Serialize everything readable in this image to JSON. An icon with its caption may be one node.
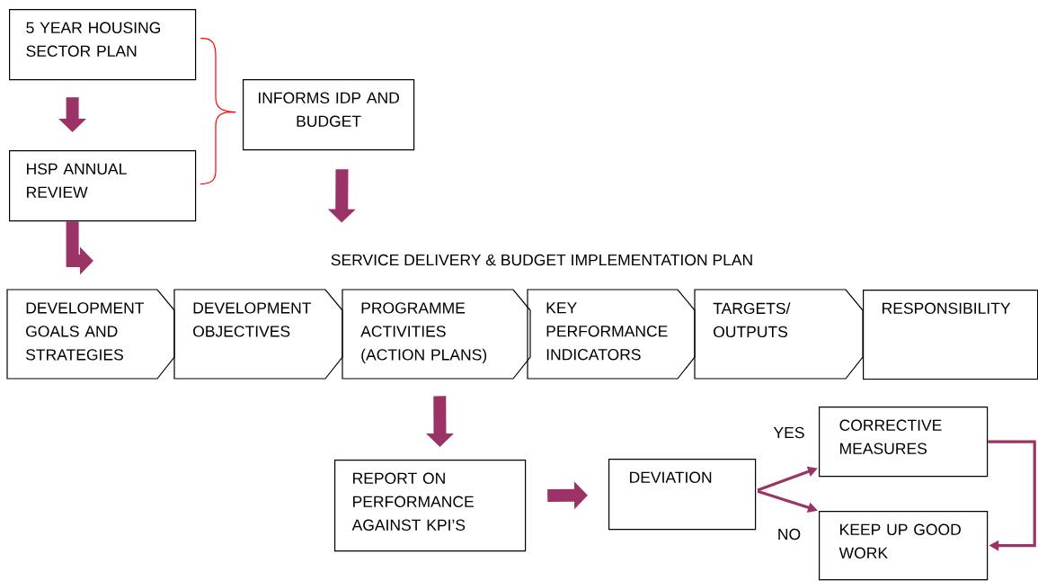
{
  "diagram": {
    "nodes": [
      {
        "text": [
          "5 YEAR HOUSING SECTOR PLAN"
        ]
      },
      {
        "text": [
          "HSP ANNUAL REVIEW"
        ]
      },
      {
        "text": [
          "INFORMS IDP AND BUDGET"
        ]
      },
      {
        "text": [
          "SERVICE DELIVERY & BUDGET IMPLEMENTATION PLAN"
        ]
      },
      {
        "text": [
          "DEVELOPMENT GOALS AND STRATEGIES"
        ]
      },
      {
        "text": [
          "DEVELOPMENT OBJECTIVES"
        ]
      },
      {
        "text": [
          "PROGRAMME ACTIVITIES (ACTION PLANS)"
        ]
      },
      {
        "text": [
          "KEY PERFORMANCE INDICATORS"
        ]
      },
      {
        "text": [
          "TARGETS/ OUTPUTS"
        ]
      },
      {
        "text": [
          "RESPONSIBILITY"
        ]
      },
      {
        "text": [
          "REPORT ON PERFORMANCE AGAINST KPI’S"
        ]
      },
      {
        "text": [
          "DEVIATION"
        ]
      },
      {
        "text": [
          "CORRECTIVE MEASURES"
        ]
      },
      {
        "text": [
          "KEEP UP GOOD WORK"
        ]
      }
    ],
    "edges": [
      {
        "from": 0,
        "to": 1,
        "arrow": "to",
        "style": "thick"
      },
      {
        "from": 2,
        "to": 3,
        "arrow": "to",
        "style": "thick"
      },
      {
        "from": 1,
        "to": null,
        "arrow": "to",
        "style": "thick"
      },
      {
        "from": 6,
        "to": 10,
        "arrow": "to",
        "style": "thick"
      },
      {
        "from": 10,
        "to": 11,
        "arrow": "to",
        "style": "thick"
      },
      {
        "from": 11,
        "to": 12,
        "arrow": "to",
        "label": "YES"
      },
      {
        "from": 11,
        "to": 13,
        "arrow": "to",
        "label": "NO"
      },
      {
        "from": 12,
        "to": 13,
        "arrow": "to"
      },
      {
        "from": 0,
        "to": 2,
        "arrow": "none",
        "color": "#ff0000"
      },
      {
        "from": 1,
        "to": 2,
        "arrow": "none",
        "color": "#ff0000"
      }
    ]
  }
}
